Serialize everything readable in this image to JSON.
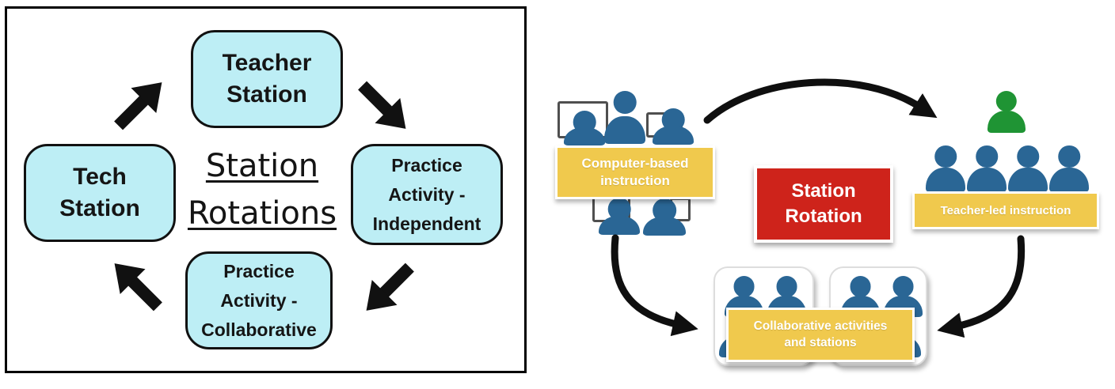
{
  "colors": {
    "station_box_fill": "#bdeef5",
    "outline_black": "#111111",
    "label_yellow": "#f0c94d",
    "center_red": "#ce231b",
    "person_blue": "#2a6695",
    "person_green": "#1f9434",
    "monitor_gray": "#4f4f4f",
    "label_text": "#ffffff"
  },
  "left_diagram": {
    "title": "Station\nRotations",
    "boxes": {
      "teacher_station": "Teacher\nStation",
      "practice_independent": "Practice\nActivity -\nIndependent",
      "practice_collaborative": "Practice\nActivity -\nCollaborative",
      "tech_station": "Tech\nStation"
    }
  },
  "right_diagram": {
    "center_label": "Station\nRotation",
    "computer_station_label": "Computer-based\ninstruction",
    "teacher_station_label": "Teacher-led instruction",
    "collaborative_station_label": "Collaborative activities\nand stations"
  }
}
